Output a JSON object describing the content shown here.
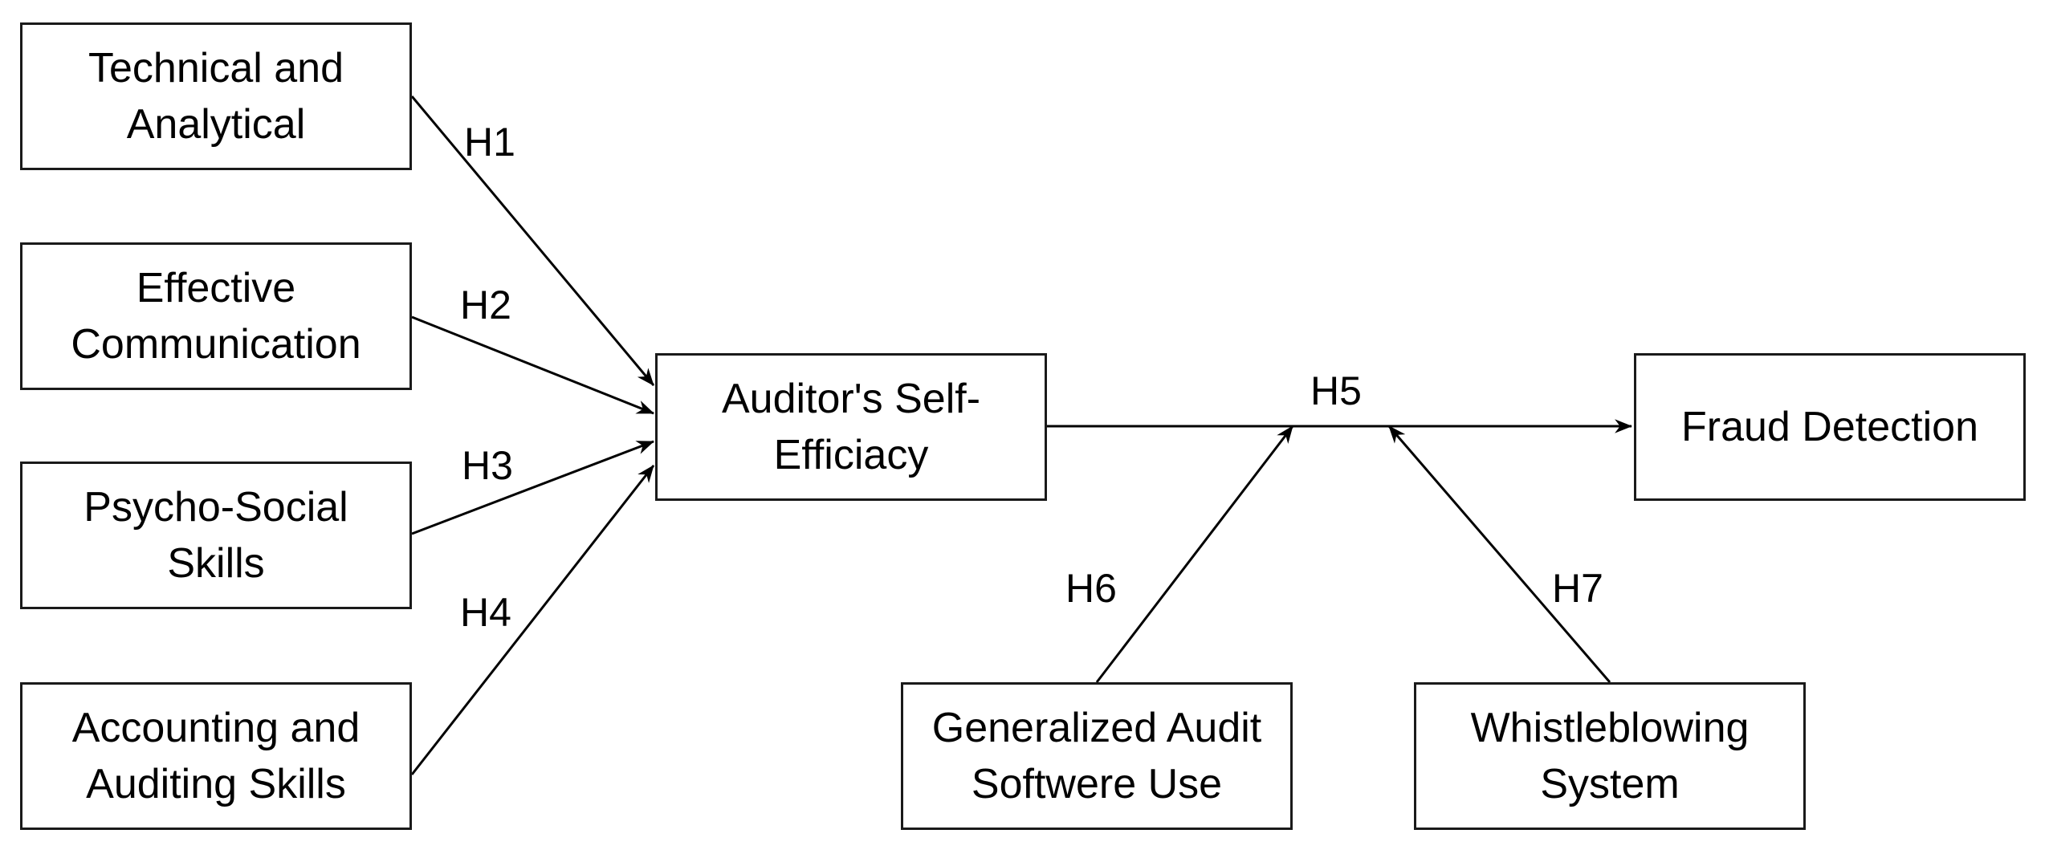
{
  "diagram": {
    "nodes": {
      "technical": "Technical and\nAnalytical",
      "communication": "Effective\nCommunication",
      "psychosocial": "Psycho-Social\nSkills",
      "accounting": "Accounting and\nAuditing Skills",
      "selfefficacy": "Auditor's Self-\nEfficiacy",
      "fraud": "Fraud Detection",
      "gas": "Generalized Audit\nSoftwere Use",
      "whistle": "Whistleblowing\nSystem"
    },
    "hypotheses": {
      "h1": "H1",
      "h2": "H2",
      "h3": "H3",
      "h4": "H4",
      "h5": "H5",
      "h6": "H6",
      "h7": "H7"
    },
    "edges": [
      {
        "from": "technical",
        "to": "selfefficacy",
        "label": "H1"
      },
      {
        "from": "communication",
        "to": "selfefficacy",
        "label": "H2"
      },
      {
        "from": "psychosocial",
        "to": "selfefficacy",
        "label": "H3"
      },
      {
        "from": "accounting",
        "to": "selfefficacy",
        "label": "H4"
      },
      {
        "from": "selfefficacy",
        "to": "fraud",
        "label": "H5"
      },
      {
        "from": "gas",
        "to": "selfefficacy-fraud link",
        "label": "H6"
      },
      {
        "from": "whistle",
        "to": "selfefficacy-fraud link",
        "label": "H7"
      }
    ]
  }
}
